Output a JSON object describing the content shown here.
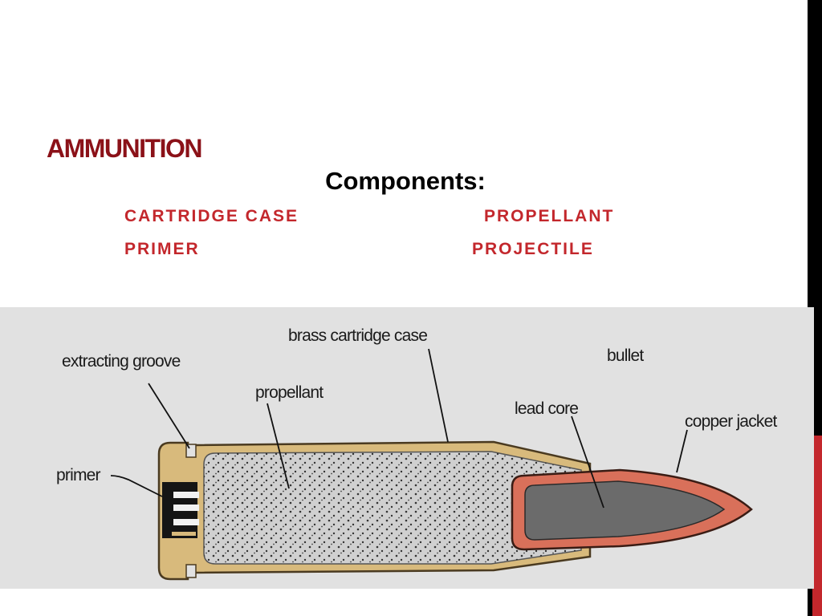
{
  "slide": {
    "title": "AMMUNITION",
    "subtitle": "Components:",
    "components": [
      "CARTRIDGE CASE",
      "PROPELLANT",
      "PRIMER",
      "PROJECTILE"
    ]
  },
  "diagram": {
    "labels": {
      "brass_case": "brass cartridge case",
      "extracting_groove": "extracting groove",
      "bullet": "bullet",
      "propellant": "propellant",
      "lead_core": "lead core",
      "copper_jacket": "copper jacket",
      "primer": "primer"
    }
  },
  "colors": {
    "title": "#8b1118",
    "accent": "#c3272c",
    "brass": "#d8ba7c",
    "copper": "#d9705a",
    "lead": "#6b6b6b",
    "figure_bg": "#e1e1e1"
  }
}
